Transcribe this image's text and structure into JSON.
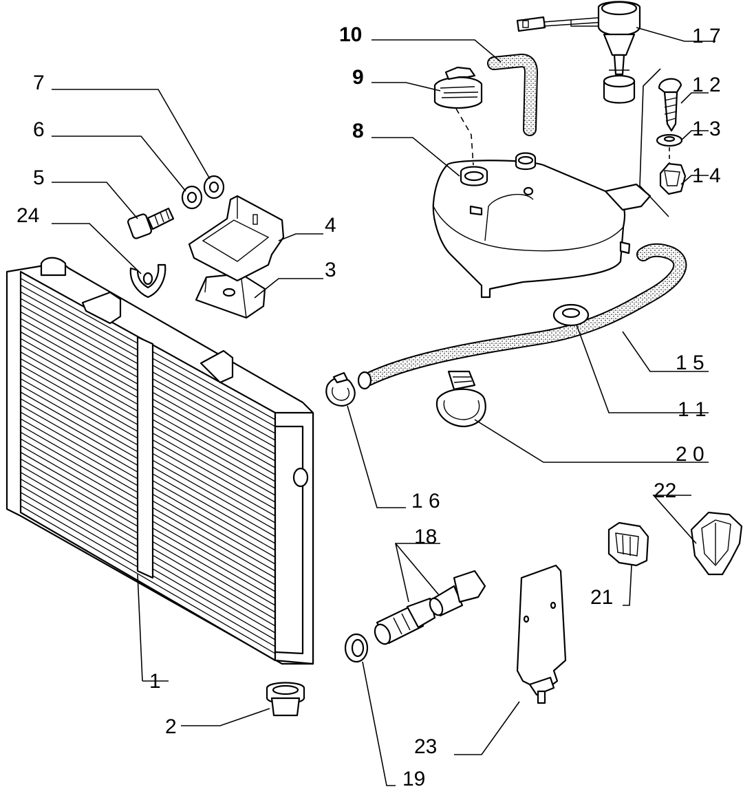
{
  "callouts": {
    "c1": "1",
    "c2": "2",
    "c3": "3",
    "c4": "4",
    "c5": "5",
    "c6": "6",
    "c7": "7",
    "c8": "8",
    "c9": "9",
    "c10": "10",
    "c11": "1 1",
    "c12": "1 2",
    "c13": "1 3",
    "c14": "1 4",
    "c15": "1 5",
    "c16": "1 6",
    "c17": "1 7",
    "c18": "18",
    "c19": "19",
    "c20": "2 0",
    "c21": "21",
    "c22": "22",
    "c23": "23",
    "c24": "24"
  },
  "colors": {
    "ink": "#000000",
    "paper": "#ffffff",
    "hose_texture": "#d9d9d9"
  },
  "parts": [
    "radiator",
    "drain-plug",
    "mounting-pad",
    "mounting-bracket",
    "bolt",
    "washer",
    "washer-7",
    "expansion-tank",
    "tank-cap",
    "vent-hose",
    "grommet",
    "screw",
    "washer-13",
    "clip-nut",
    "coolant-hose",
    "hose-clamp-16",
    "level-sensor",
    "connector-union",
    "seal-ring",
    "hose-clamp-20",
    "clip-21",
    "clip-22",
    "bracket-23",
    "clip-24"
  ]
}
